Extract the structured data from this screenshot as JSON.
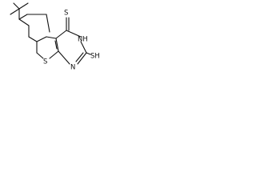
{
  "molecule": {
    "atom_labels": {
      "sulfur_thioketone": "S",
      "nh": "NH",
      "sulfur_ring": "S",
      "nitrogen": "N",
      "sh": "SH"
    }
  }
}
